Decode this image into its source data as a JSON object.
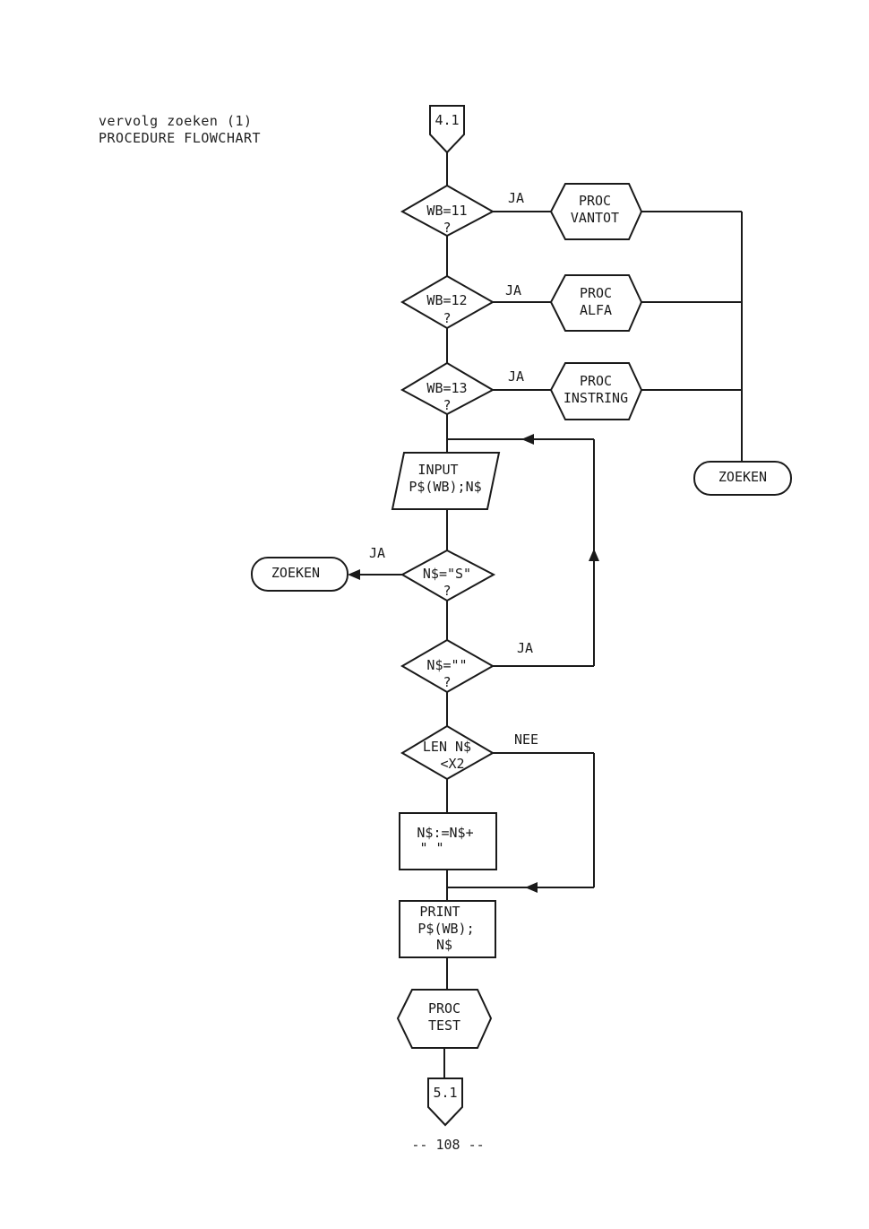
{
  "header": {
    "line1": "vervolg zoeken (1)",
    "line2": "PROCEDURE FLOWCHART"
  },
  "page_number": "-- 108 --",
  "connectors": {
    "top": "4.1",
    "bottom": "5.1"
  },
  "decisions": {
    "wb11": {
      "line1": "WB=11",
      "line2": "?"
    },
    "wb12": {
      "line1": "WB=12",
      "line2": "?"
    },
    "wb13": {
      "line1": "WB=13",
      "line2": "?"
    },
    "ns_s": {
      "line1": "N$=\"S\"",
      "line2": "?"
    },
    "ns_empty": {
      "line1": "N$=\"\"",
      "line2": "?"
    },
    "len": {
      "line1": "LEN N$",
      "line2": "<X2"
    }
  },
  "procedures": {
    "vantot": {
      "line1": "PROC",
      "line2": "VANTOT"
    },
    "alfa": {
      "line1": "PROC",
      "line2": "ALFA"
    },
    "instring": {
      "line1": "PROC",
      "line2": "INSTRING"
    },
    "test": {
      "line1": "PROC",
      "line2": "TEST"
    }
  },
  "input_box": {
    "line1": "INPUT",
    "line2": "P$(WB);N$"
  },
  "assign_box": {
    "line1": "N$:=N$+",
    "line2": "\"  \""
  },
  "print_box": {
    "line1": "PRINT",
    "line2": "P$(WB);",
    "line3": "N$"
  },
  "terminals": {
    "right": "ZOEKEN",
    "left": "ZOEKEN"
  },
  "edge_labels": {
    "ja1": "JA",
    "ja2": "JA",
    "ja3": "JA",
    "ja4": "JA",
    "ja5": "JA",
    "nee": "NEE"
  }
}
